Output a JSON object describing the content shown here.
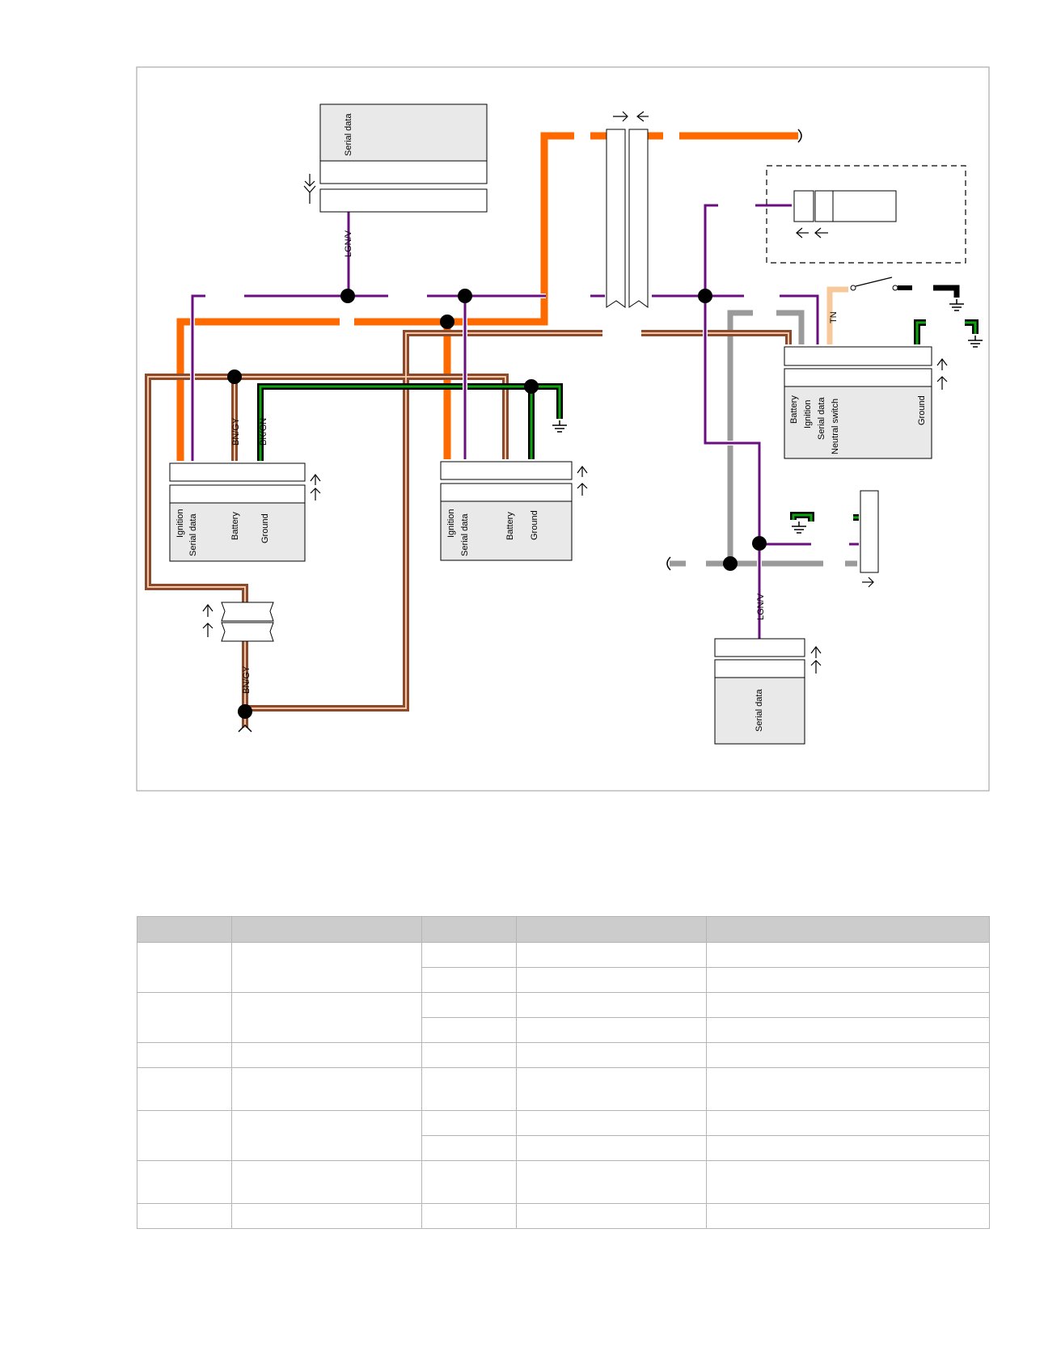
{
  "diagram": {
    "labels": {
      "serial_data": "Serial data",
      "ignition": "Ignition",
      "battery": "Battery",
      "ground": "Ground",
      "neutral_switch": "Neutral switch",
      "lgn_v": "LGN/V",
      "bn_gy": "BN/GY",
      "bk_gn": "BK/GN",
      "tn": "TN"
    },
    "wire_colors": {
      "orange": "#ff6a00",
      "purple": "#6a0f80",
      "brown": "#8b4a2b",
      "green": "#0b5d0b",
      "gray": "#9a9a9a",
      "tan": "#f7c99a",
      "black": "#000000"
    },
    "connector_fill": "#e9e9e9",
    "border_color": "#9a9a9a"
  },
  "table": {
    "header_fill": "#cccccc",
    "columns": [
      "",
      "",
      "",
      "",
      ""
    ],
    "rows": [
      {
        "cells": [
          "",
          "",
          "",
          "",
          ""
        ],
        "tall": false
      },
      {
        "cells": [
          "",
          "",
          "",
          "",
          ""
        ],
        "tall": false
      },
      {
        "cells": [
          "",
          "",
          "",
          "",
          ""
        ],
        "tall": false
      },
      {
        "cells": [
          "",
          "",
          "",
          "",
          ""
        ],
        "tall": false
      },
      {
        "cells": [
          "",
          "",
          "",
          "",
          ""
        ],
        "tall": false
      },
      {
        "cells": [
          "",
          "",
          "",
          "",
          ""
        ],
        "tall": true
      },
      {
        "cells": [
          "",
          "",
          "",
          "",
          ""
        ],
        "tall": false
      },
      {
        "cells": [
          "",
          "",
          "",
          "",
          ""
        ],
        "tall": false
      },
      {
        "cells": [
          "",
          "",
          "",
          "",
          ""
        ],
        "tall": true
      },
      {
        "cells": [
          "",
          "",
          "",
          "",
          ""
        ],
        "tall": false
      }
    ]
  }
}
